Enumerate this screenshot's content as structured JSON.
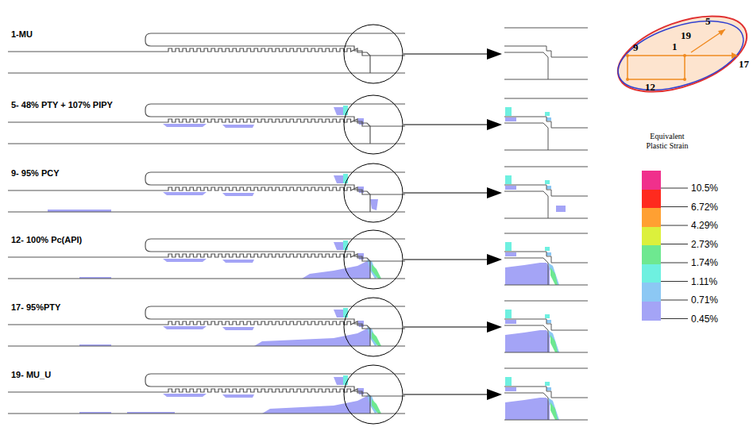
{
  "diagram": {
    "labels": [
      "1-MU",
      "5- 48% PTY + 107% PIPY",
      "9- 95% PCY",
      "12- 100% Pc(API)",
      "17- 95%PTY",
      "19- MU_U",
      "5",
      "19",
      "1",
      "9",
      "17",
      "12",
      "Equivalent Plastic Strain"
    ],
    "legend": [
      {
        "text": "10.5%",
        "color": "#f0308c"
      },
      {
        "text": "6.72%",
        "color": "#ff2a1e"
      },
      {
        "text": "4.29%",
        "color": "#ffa032"
      },
      {
        "text": "2.73%",
        "color": "#dcf03c"
      },
      {
        "text": "1.74%",
        "color": "#6ee890"
      },
      {
        "text": "1.11%",
        "color": "#6ef0e0"
      },
      {
        "text": "0.71%",
        "color": "#8cc8f4"
      },
      {
        "text": "0.45%",
        "color": "#a4a4f6"
      }
    ]
  }
}
